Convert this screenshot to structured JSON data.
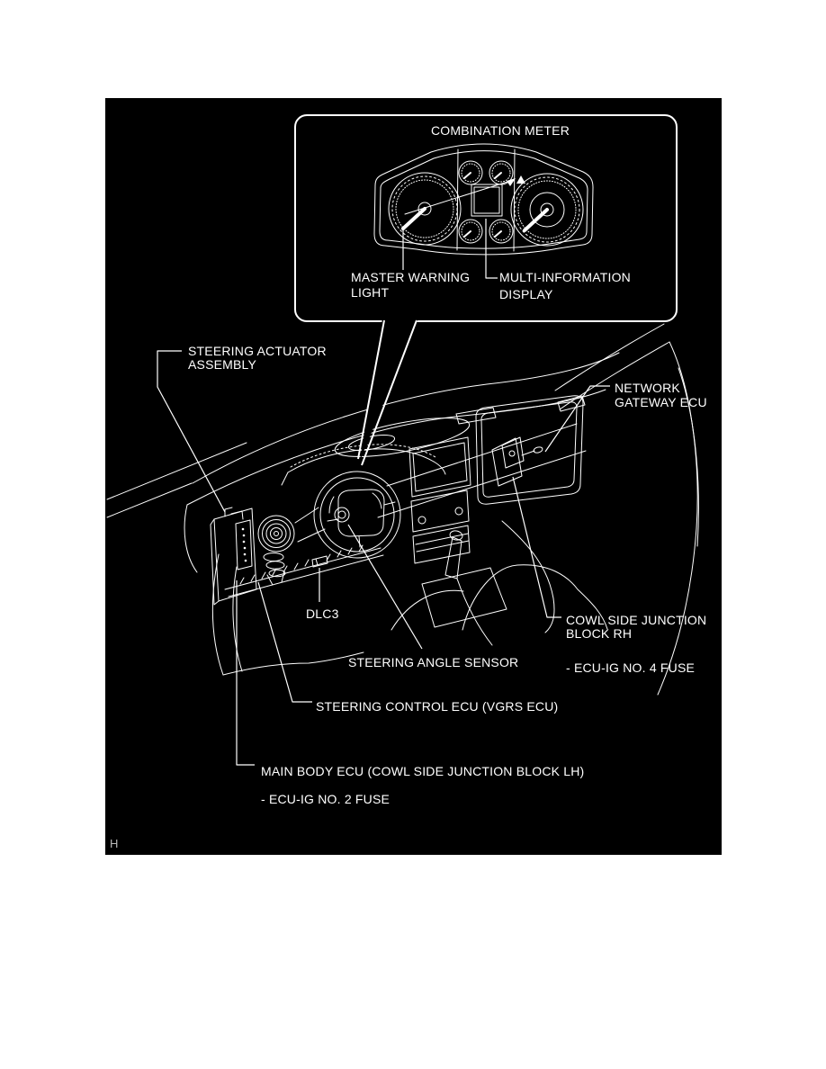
{
  "labels": {
    "combination_meter": "COMBINATION METER",
    "master_warning_1": "MASTER WARNING",
    "master_warning_2": "LIGHT",
    "multi_information_1": "MULTI-INFORMATION",
    "multi_information_2": "DISPLAY",
    "steering_actuator_1": "STEERING ACTUATOR",
    "steering_actuator_2": "ASSEMBLY",
    "network_gateway_1": "NETWORK",
    "network_gateway_2": "GATEWAY ECU",
    "dlc3": "DLC3",
    "cowl_side_junction_1": "COWL SIDE JUNCTION",
    "cowl_side_junction_2": "BLOCK RH",
    "ecu_ig_no4_fuse": "- ECU-IG NO. 4 FUSE",
    "steering_angle_sensor": "STEERING ANGLE SENSOR",
    "steering_control_ecu": "STEERING CONTROL ECU (VGRS ECU)",
    "main_body_ecu": "MAIN BODY ECU (COWL SIDE JUNCTION BLOCK LH)",
    "ecu_ig_no2_fuse": "- ECU-IG NO. 2 FUSE",
    "page_mark": "H"
  },
  "colors": {
    "page_background": "#ffffff",
    "panel_background": "#000000",
    "line": "#ffffff",
    "label_text": "#ffffff",
    "page_mark_text": "#b9b9b9"
  }
}
